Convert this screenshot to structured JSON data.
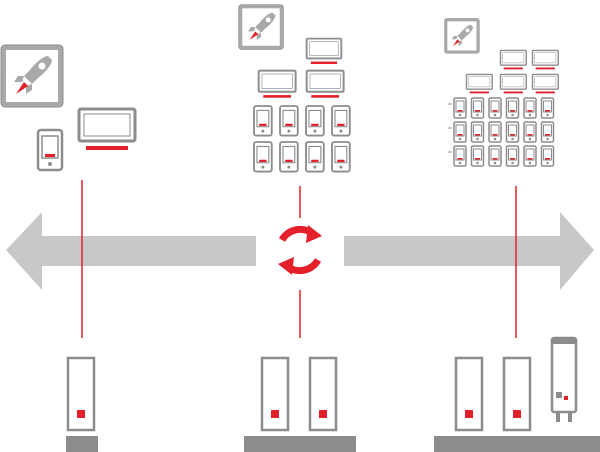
{
  "diagram": {
    "colors": {
      "accent": "#e4202b",
      "arrow": "#c8c8c8",
      "device_stroke": "#8c8c8c",
      "device_fill": "#ffffff",
      "icon_tile": "#a9a9a9",
      "base": "#8c8c8c"
    },
    "scale_tiers": [
      {
        "id": "small",
        "rocket_icon": "rocket-icon",
        "devices": [
          "smartphone-icon",
          "laptop-icon"
        ],
        "servers": 1
      },
      {
        "id": "medium",
        "rocket_icon": "rocket-icon",
        "devices": [
          "laptop-icon",
          "smartphone-icon"
        ],
        "servers": 2
      },
      {
        "id": "large",
        "rocket_icon": "rocket-icon",
        "devices": [
          "laptop-icon",
          "smartphone-icon"
        ],
        "servers": 2,
        "extra_hardware": "storage-unit-icon"
      }
    ],
    "center_icon": "circular-arrows-icon",
    "arrow_icon": "double-headed-arrow-icon"
  }
}
